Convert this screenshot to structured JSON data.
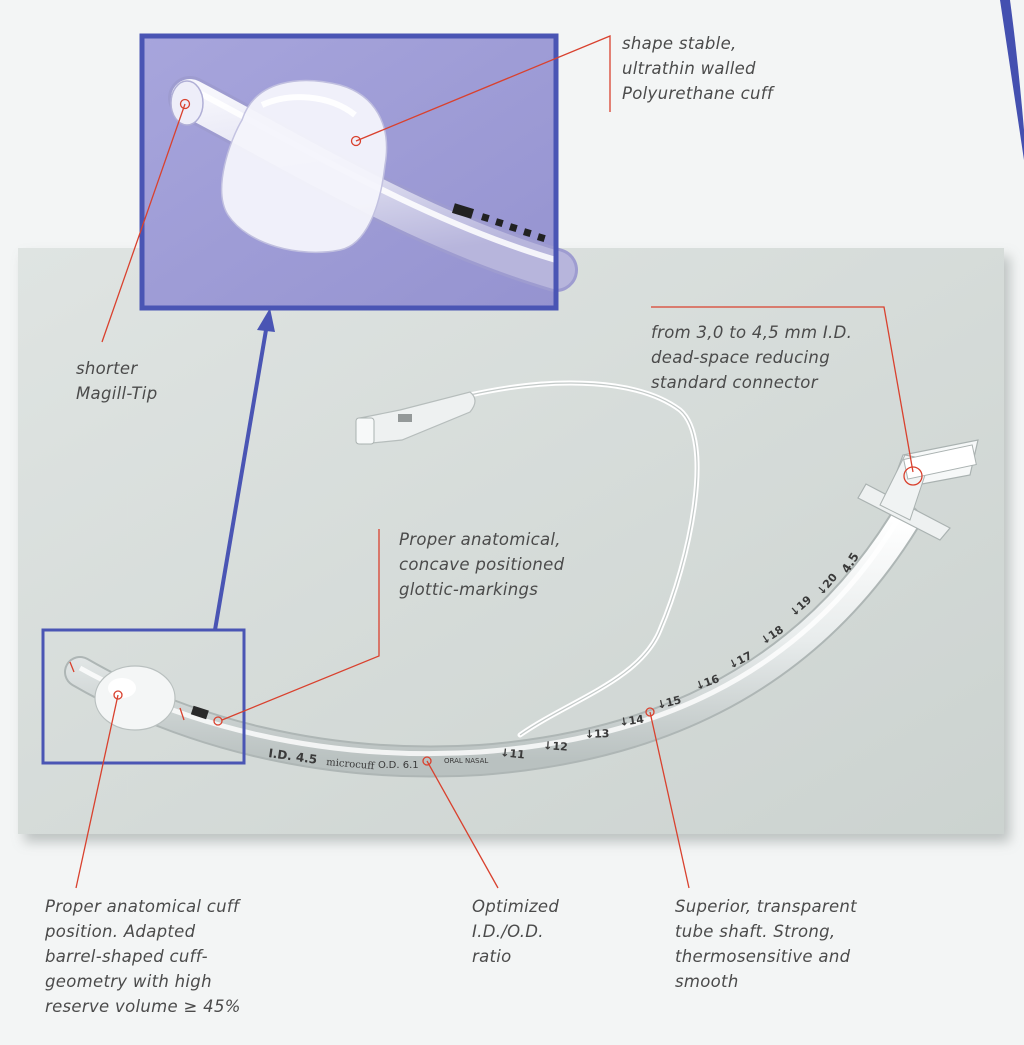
{
  "colors": {
    "callout_line": "#d9412e",
    "frame_blue": "#4a55b4",
    "panel": "#d6dcd9",
    "inset_bg": "#9e9cd6",
    "label_text": "#4b4b4b"
  },
  "callouts": {
    "cuff": {
      "lines": [
        "shape stable,",
        "ultrathin walled",
        "Polyurethane cuff"
      ]
    },
    "connector": {
      "lines": [
        "from 3,0 to 4,5 mm I.D.",
        "dead-space reducing",
        "standard connector"
      ]
    },
    "tip": {
      "lines": [
        "shorter",
        "Magill-Tip"
      ]
    },
    "glottic": {
      "lines": [
        "Proper anatomical,",
        "concave positioned",
        "glottic-markings"
      ]
    },
    "cuff_position": {
      "lines": [
        "Proper anatomical cuff",
        "position. Adapted",
        "barrel-shaped cuff-",
        "geometry with high",
        "reserve volume ≥ 45%"
      ]
    },
    "ratio": {
      "lines": [
        "Optimized",
        "I.D./O.D.",
        "ratio"
      ]
    },
    "shaft": {
      "lines": [
        "Superior, transparent",
        "tube shaft. Strong,",
        "thermosensitive and",
        "smooth"
      ]
    }
  },
  "tube_print": {
    "id_label": "I.D. 4.5",
    "brand": "microcuff",
    "od_label": "O.D. 6.1",
    "route": "ORAL NASAL",
    "depth_marks": [
      "11",
      "12",
      "13",
      "14",
      "15",
      "16",
      "17",
      "18",
      "19",
      "20"
    ],
    "size_label": "4.5"
  }
}
